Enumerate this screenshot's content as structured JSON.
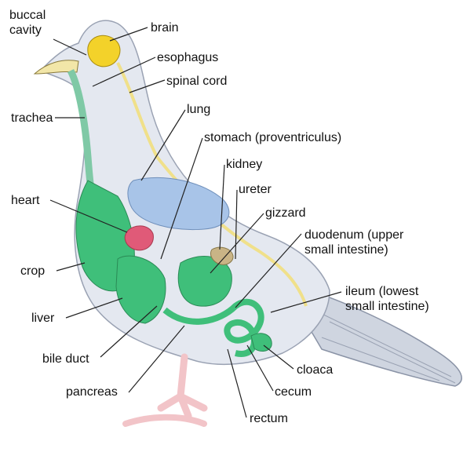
{
  "labels": {
    "buccal_cavity": [
      "buccal",
      "cavity"
    ],
    "brain": "brain",
    "esophagus": "esophagus",
    "spinal_cord": "spinal cord",
    "trachea": "trachea",
    "lung": "lung",
    "stomach": "stomach (proventriculus)",
    "kidney": "kidney",
    "ureter": "ureter",
    "gizzard": "gizzard",
    "heart": "heart",
    "duodenum": [
      "duodenum (upper",
      "small intestine)"
    ],
    "crop": "crop",
    "ileum": [
      "ileum (lowest",
      "small intestine)"
    ],
    "liver": "liver",
    "bile_duct": "bile duct",
    "cloaca": "cloaca",
    "cecum": "cecum",
    "pancreas": "pancreas",
    "rectum": "rectum"
  },
  "colors": {
    "body_fill": "#e4e8f0",
    "brain": "#f3d22a",
    "spinal_cord": "#f0e08a",
    "trachea": "#7fc9a6",
    "digestive": "#3fbf7a",
    "lung": "#a8c4e8",
    "heart": "#e05a78",
    "feet": "#f2c4c8",
    "kidney": "#c9b486"
  }
}
